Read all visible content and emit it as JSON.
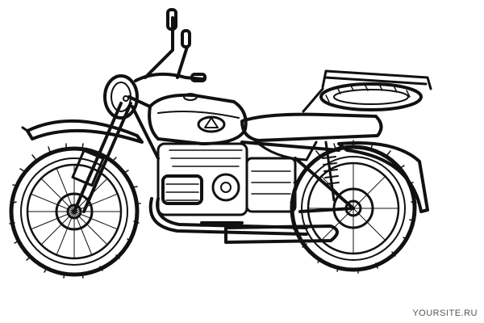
{
  "image": {
    "subject": "motorcycle-line-drawing",
    "style": "black ink outline on white",
    "colors": {
      "ink": "#111111",
      "paper": "#ffffff",
      "watermark": "#555555"
    }
  },
  "watermark": {
    "text": "YOURSITE.RU"
  }
}
